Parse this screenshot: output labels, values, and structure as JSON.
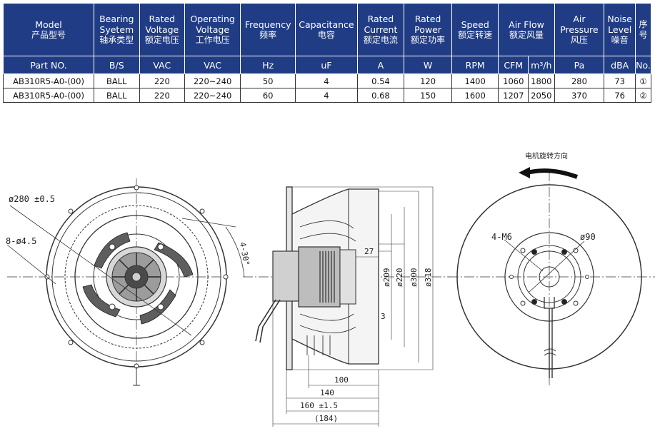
{
  "table": {
    "headers": [
      {
        "en": "Model",
        "cn": "产品型号"
      },
      {
        "en": "Bearing Syetem",
        "cn": "轴承类型"
      },
      {
        "en": "Rated Voltage",
        "cn": "额定电压"
      },
      {
        "en": "Operating Voltage",
        "cn": "工作电压"
      },
      {
        "en": "Frequency",
        "cn": "频率"
      },
      {
        "en": "Capacitance",
        "cn": "电容"
      },
      {
        "en": "Rated Current",
        "cn": "额定电流"
      },
      {
        "en": "Rated Power",
        "cn": "额定功率"
      },
      {
        "en": "Speed",
        "cn": "额定转速"
      },
      {
        "en": "Air Flow",
        "cn": "额定风量"
      },
      {
        "en": "Air Pressure",
        "cn": "风压"
      },
      {
        "en": "Noise Level",
        "cn": "噪音"
      },
      {
        "en": "",
        "cn": "序号"
      }
    ],
    "units": [
      "Part NO.",
      "B/S",
      "VAC",
      "VAC",
      "Hz",
      "uF",
      "A",
      "W",
      "RPM",
      "CFM",
      "m³/h",
      "Pa",
      "dBA",
      "No."
    ],
    "rows": [
      [
        "AB310R5-A0-(00)",
        "BALL",
        "220",
        "220~240",
        "50",
        "4",
        "0.54",
        "120",
        "1400",
        "1060",
        "1800",
        "280",
        "73",
        "①"
      ],
      [
        "AB310R5-A0-(00)",
        "BALL",
        "220",
        "220~240",
        "60",
        "4",
        "0.68",
        "150",
        "1600",
        "1207",
        "2050",
        "370",
        "76",
        "②"
      ]
    ]
  },
  "drawing": {
    "front": {
      "dia_label": "ø280 ±0.5",
      "holes_label": "8-ø4.5",
      "angle_label": "4-30°"
    },
    "side": {
      "d209": "ø209",
      "d220": "ø220",
      "d300": "ø300",
      "d318": "ø318",
      "dim27": "27",
      "dim3": "3",
      "dim100": "100",
      "dim140": "140",
      "dim160": "160 ±1.5",
      "dim184": "(184)"
    },
    "rear": {
      "rotation_label": "电机旋转方向",
      "screws_label": "4-M6",
      "d90": "ø90"
    }
  }
}
